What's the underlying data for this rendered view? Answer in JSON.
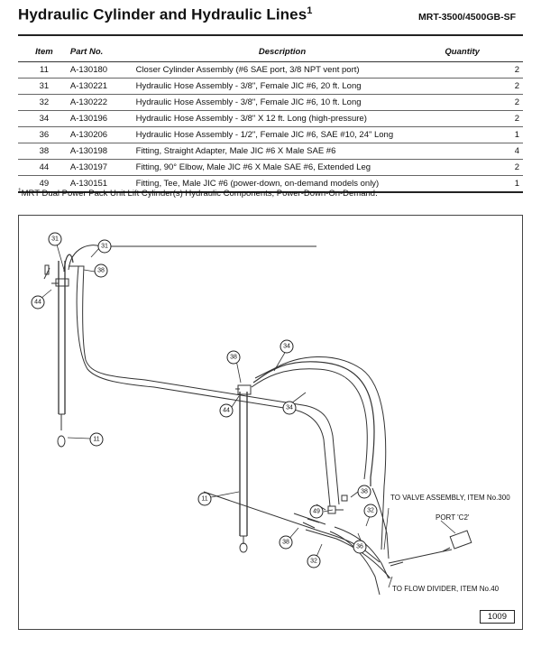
{
  "header": {
    "title": "Hydraulic Cylinder and Hydraulic Lines",
    "title_footnote_mark": "1",
    "model_code": "MRT-3500/4500GB-SF"
  },
  "table": {
    "columns": [
      "Item",
      "Part No.",
      "Description",
      "Quantity"
    ],
    "rows": [
      {
        "item": "11",
        "part": "A-130180",
        "desc": "Closer Cylinder Assembly (#6 SAE port, 3/8 NPT vent port)",
        "qty": "2"
      },
      {
        "item": "31",
        "part": "A-130221",
        "desc": "Hydraulic Hose Assembly - 3/8\", Female JIC #6, 20 ft. Long",
        "qty": "2"
      },
      {
        "item": "32",
        "part": "A-130222",
        "desc": "Hydraulic Hose Assembly - 3/8\", Female JIC #6, 10 ft. Long",
        "qty": "2"
      },
      {
        "item": "34",
        "part": "A-130196",
        "desc": "Hydraulic Hose Assembly - 3/8\" X 12 ft. Long (high-pressure)",
        "qty": "2"
      },
      {
        "item": "36",
        "part": "A-130206",
        "desc": "Hydraulic Hose Assembly - 1/2\", Female JIC #6, SAE #10, 24\" Long",
        "qty": "1"
      },
      {
        "item": "38",
        "part": "A-130198",
        "desc": "Fitting, Straight Adapter, Male JIC #6 X Male SAE #6",
        "qty": "4"
      },
      {
        "item": "44",
        "part": "A-130197",
        "desc": "Fitting, 90° Elbow, Male JIC #6 X Male SAE #6, Extended Leg",
        "qty": "2"
      },
      {
        "item": "49",
        "part": "A-130151",
        "desc": "Fitting, Tee, Male JIC #6 (power-down, on-demand models only)",
        "qty": "1"
      }
    ]
  },
  "footnote": {
    "mark": "1",
    "text": "MRT Dual Power Pack Unit Lift Cylinder(s) Hydraulic Components, Power-Down-On-Demand."
  },
  "diagram": {
    "callouts": {
      "to_valve": "TO VALVE ASSEMBLY, ITEM No.300",
      "port": "PORT 'C2'",
      "to_flow_divider": "TO FLOW DIVIDER, ITEM No.40"
    },
    "bubbles": {
      "b31a": "31",
      "b31b": "31",
      "b38a": "38",
      "b44a": "44",
      "b11a": "11",
      "b38b": "38",
      "b34a": "34",
      "b44b": "44",
      "b34b": "34",
      "b11b": "11",
      "b38c": "38",
      "b49": "49",
      "b32a": "32",
      "b38d": "38",
      "b36": "36",
      "b32b": "32"
    },
    "figure_number": "1009"
  }
}
